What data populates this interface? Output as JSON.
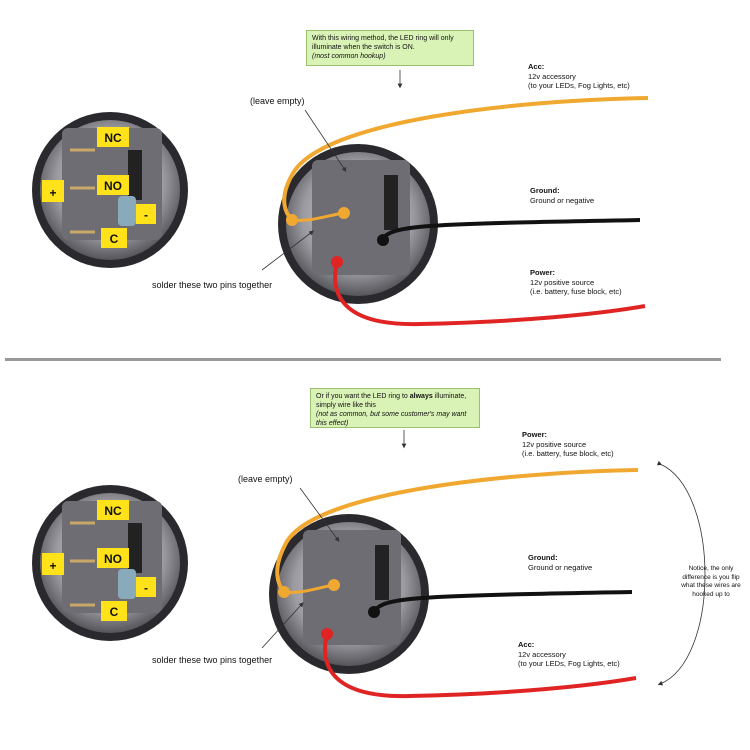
{
  "top": {
    "note_main": "With this wiring method, the LED ring will only illuminate when the switch is ON.",
    "note_italic": "(most common hookup)",
    "leave_empty": "(leave empty)",
    "solder": "solder these two pins together",
    "wire1_title": "Acc:",
    "wire1_line1": "12v accessory",
    "wire1_line2": "(to your LEDs, Fog Lights, etc)",
    "wire2_title": "Ground:",
    "wire2_line1": "Ground or negative",
    "wire3_title": "Power:",
    "wire3_line1": "12v positive source",
    "wire3_line2": "(i.e. battery, fuse block, etc)"
  },
  "bottom": {
    "note_pre": "Or if you want the LED ring to ",
    "note_bold": "always",
    "note_post": " illuminate, simply wire like this",
    "note_italic": "(not as common, but some customer's may want this effect)",
    "leave_empty": "(leave empty)",
    "solder": "solder these two pins together",
    "wire1_title": "Power:",
    "wire1_line1": "12v positive source",
    "wire1_line2": "(i.e. battery, fuse block, etc)",
    "wire2_title": "Ground:",
    "wire2_line1": "Ground or negative",
    "wire3_title": "Acc:",
    "wire3_line1": "12v accessory",
    "wire3_line2": "(to your LEDs, Fog Lights, etc)",
    "side_note": "Notice, the only difference is you flip what these wires are hooked up to"
  },
  "pins": {
    "nc": "NC",
    "no": "NO",
    "c": "C",
    "plus": "+",
    "minus": "-"
  },
  "colors": {
    "acc_wire": "#f0a830",
    "ground_wire": "#111111",
    "power_wire": "#e02424",
    "note_bg": "#d9f2b6",
    "label_bg": "#ffe21a",
    "divider": "#999999"
  }
}
